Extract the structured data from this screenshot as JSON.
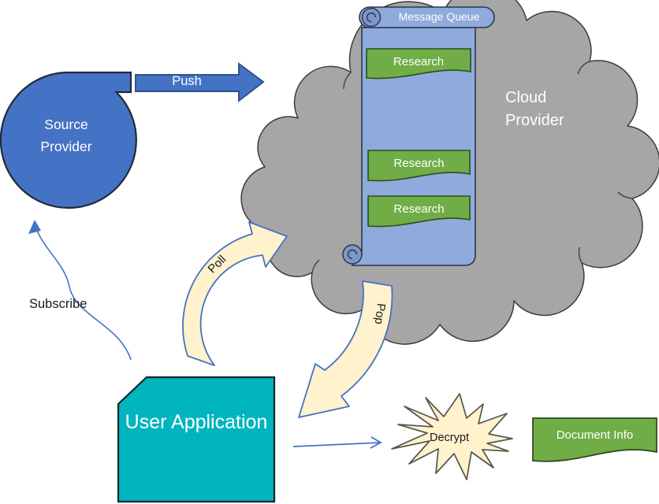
{
  "nodes": {
    "source_provider": {
      "label": "Source Provider"
    },
    "cloud_provider": {
      "label": "Cloud Provider"
    },
    "message_queue": {
      "label": "Message Queue",
      "items": [
        "Research",
        "Research",
        "Research"
      ]
    },
    "user_application": {
      "label": "User Application"
    },
    "decrypt": {
      "label": "Decrypt"
    },
    "document_info": {
      "label": "Document Info"
    }
  },
  "arrows": {
    "push": {
      "label": "Push"
    },
    "poll": {
      "label": "Poll"
    },
    "pop": {
      "label": "Pop"
    },
    "subscribe": {
      "label": "Subscribe"
    }
  },
  "colors": {
    "node_blue": "#4472C4",
    "node_blue_outline": "#2F528F",
    "cloud_gray": "#A6A6A6",
    "scroll_blue": "#8FAADC",
    "scroll_curl_blue": "#7C97CB",
    "item_green": "#70AD47",
    "arrow_cream": "#FFF2CC",
    "app_teal": "#00B5BE",
    "text_white": "#FFFFFF",
    "text_black": "#1A1A1A"
  }
}
